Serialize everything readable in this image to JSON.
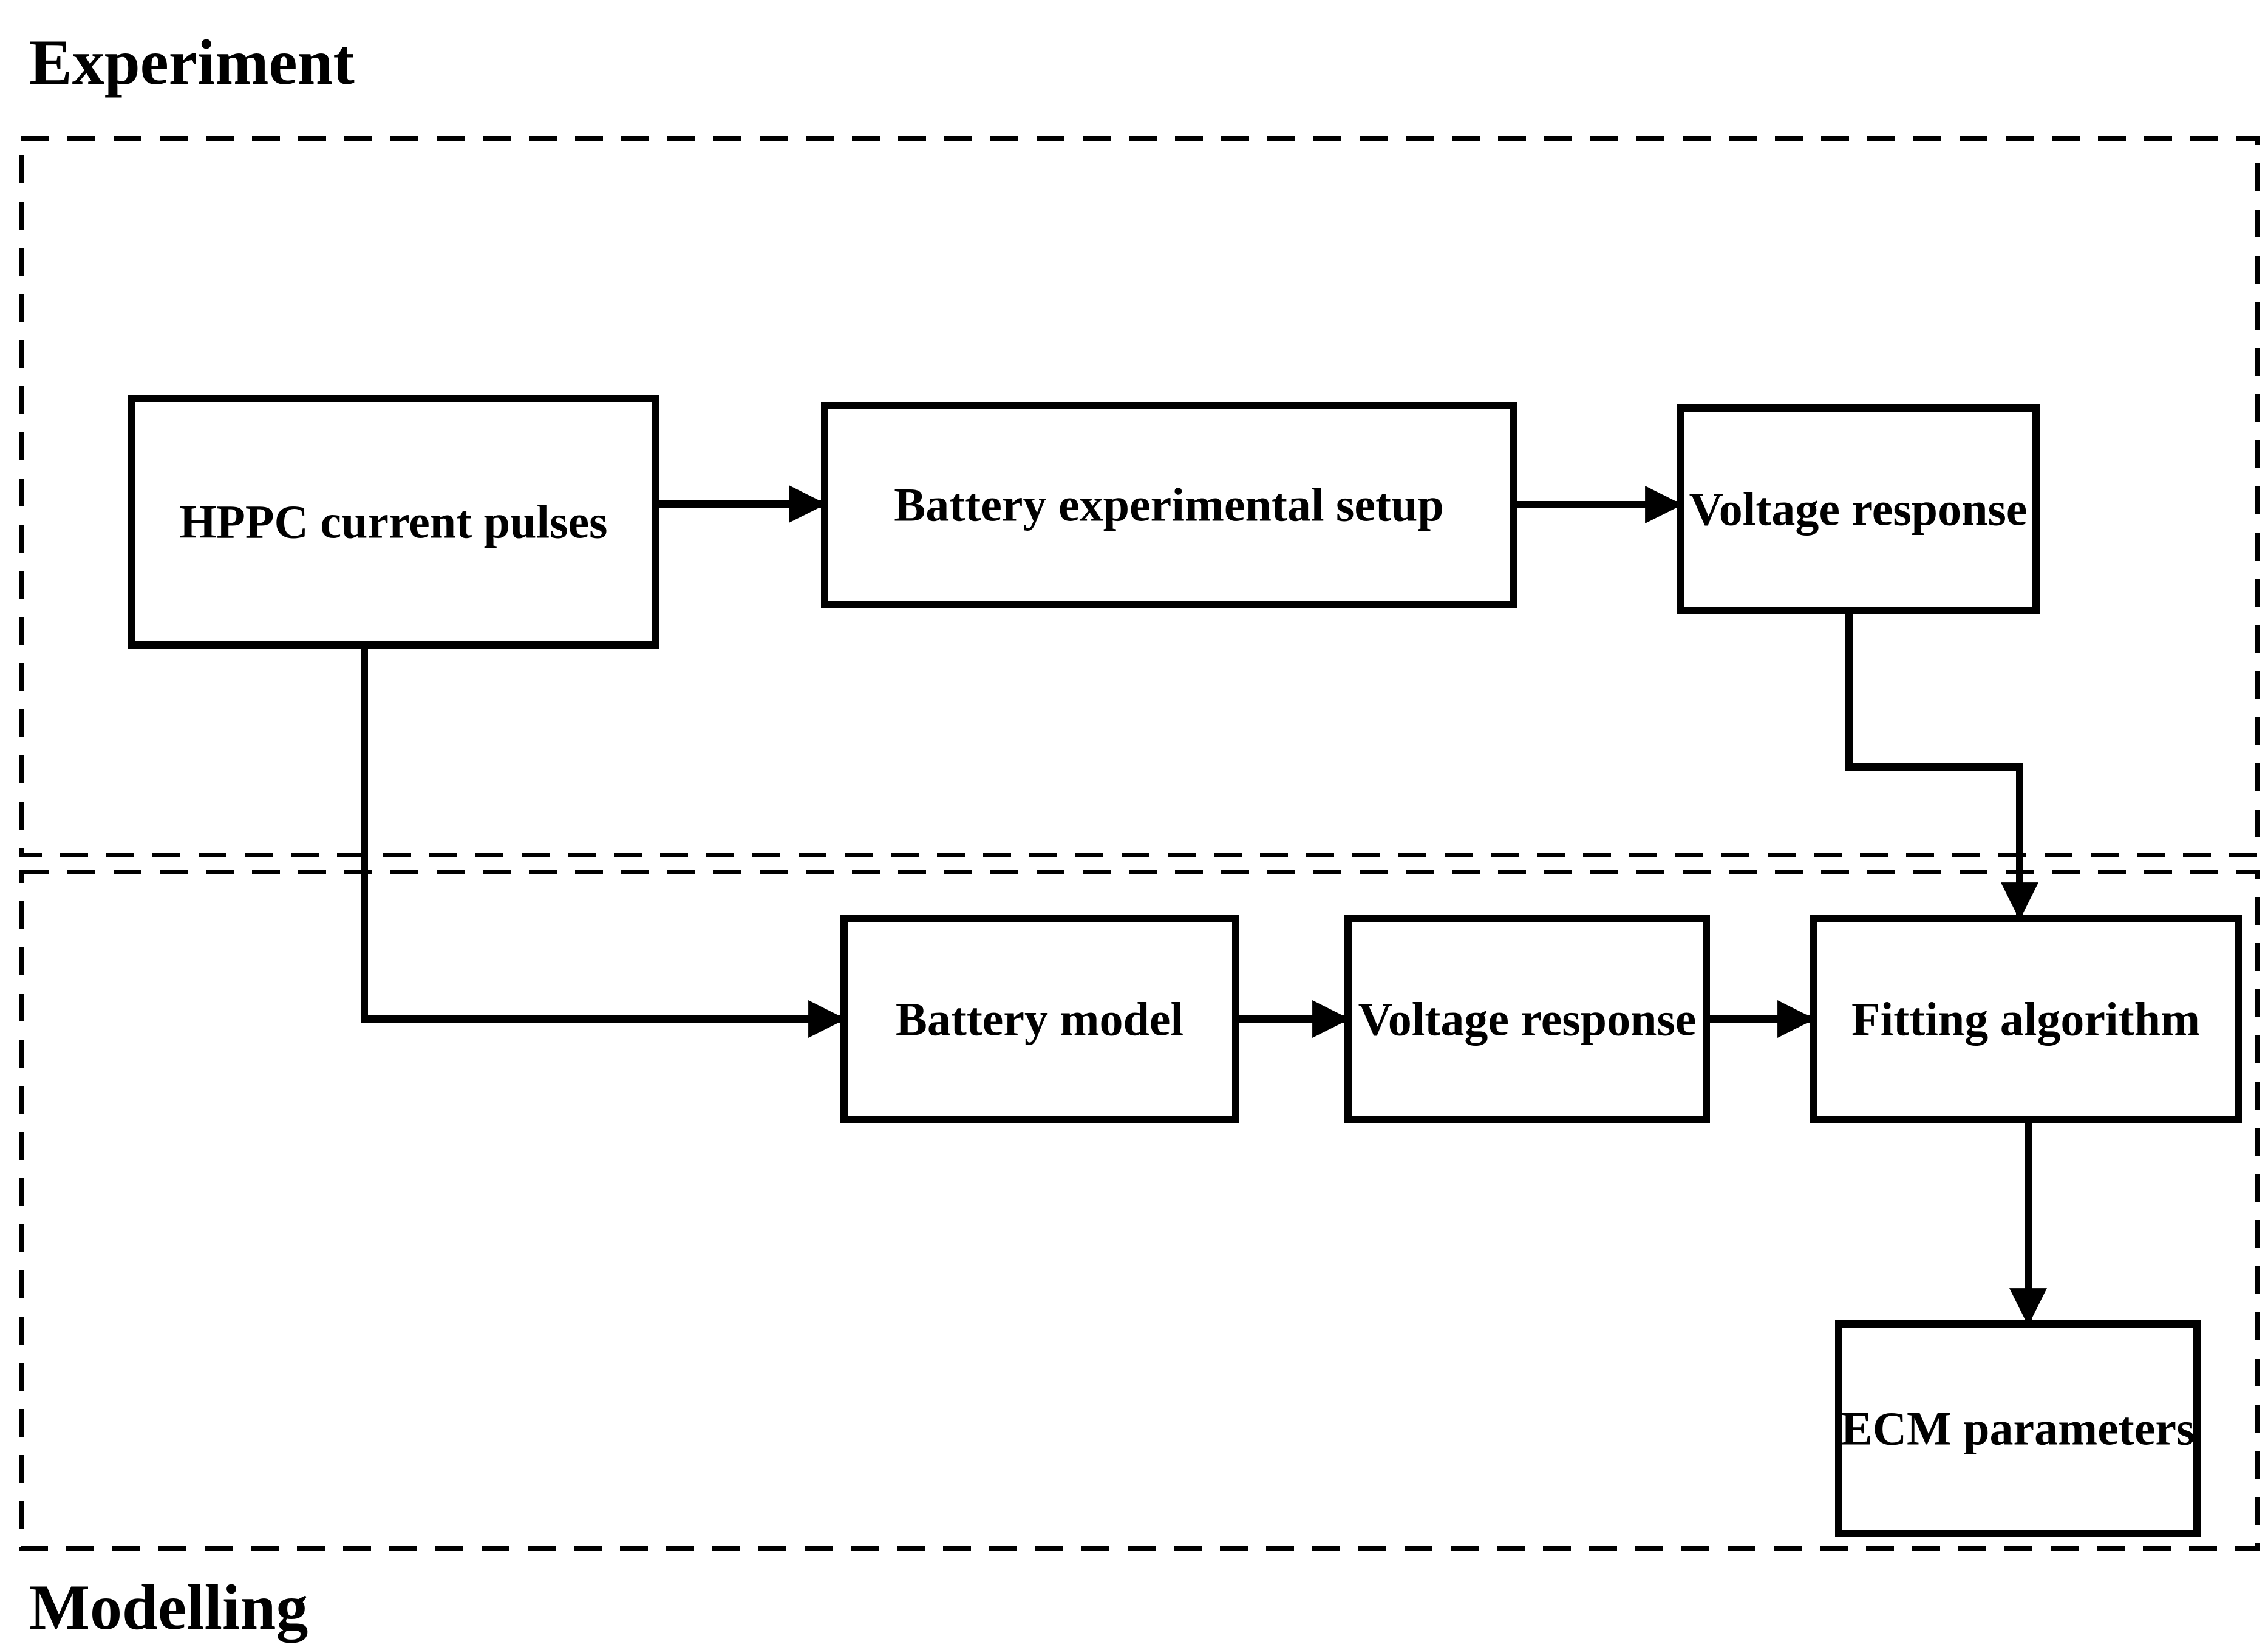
{
  "figure": {
    "type": "flowchart",
    "background_color": "#ffffff",
    "line_color": "#000000",
    "sections": {
      "experiment": {
        "label": "Experiment"
      },
      "modelling": {
        "label": "Modelling"
      }
    },
    "nodes": {
      "hppc": {
        "label": "HPPC current pulses"
      },
      "battery_setup": {
        "label": "Battery experimental setup"
      },
      "voltage_response_exp": {
        "label": "Voltage response"
      },
      "battery_model": {
        "label": "Battery model"
      },
      "voltage_response_model": {
        "label": "Voltage response"
      },
      "fitting_algorithm": {
        "label": "Fitting algorithm"
      },
      "ecm_parameters": {
        "label": "ECM parameters"
      }
    },
    "edges": [
      {
        "from": "HPPC current pulses",
        "to": "Battery experimental setup"
      },
      {
        "from": "Battery experimental setup",
        "to": "Voltage response (experiment)"
      },
      {
        "from": "Voltage response (experiment)",
        "to": "Fitting algorithm"
      },
      {
        "from": "HPPC current pulses",
        "to": "Battery model"
      },
      {
        "from": "Battery model",
        "to": "Voltage response (modelling)"
      },
      {
        "from": "Voltage response (modelling)",
        "to": "Fitting algorithm"
      },
      {
        "from": "Fitting algorithm",
        "to": "ECM parameters"
      }
    ]
  }
}
